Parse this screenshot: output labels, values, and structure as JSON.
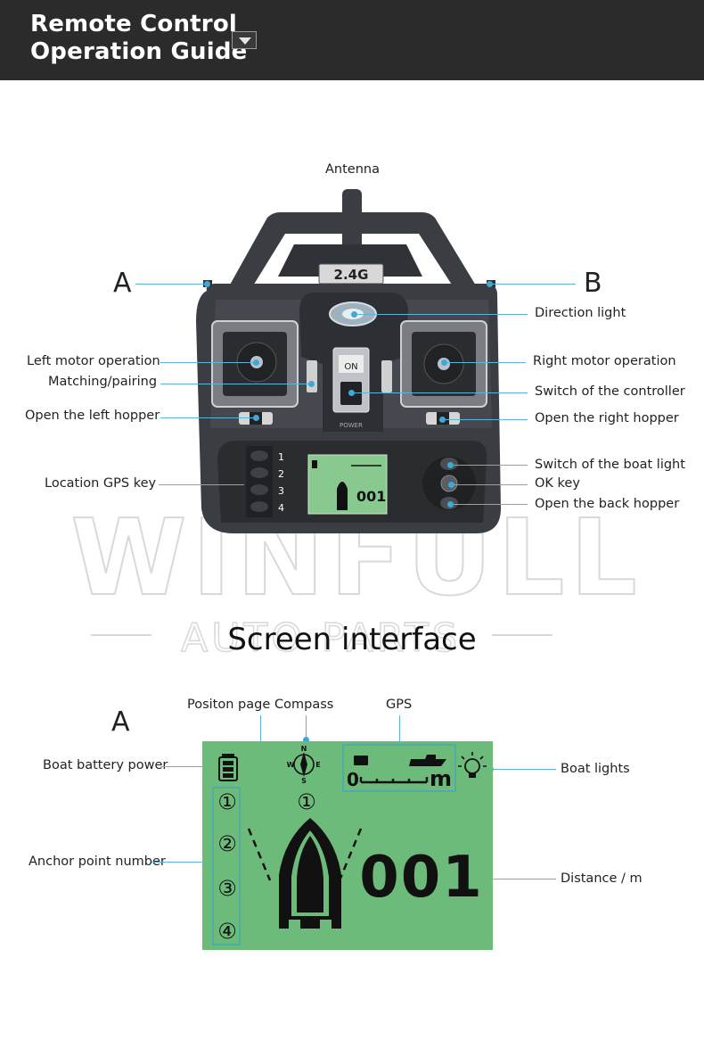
{
  "header": {
    "title_line1": "Remote Control",
    "title_line2": "Operation Guide",
    "dropdown_icon": "chevron-down-icon"
  },
  "remote": {
    "antenna": "Antenna",
    "side_a": "A",
    "side_b": "B",
    "direction_light": "Direction light",
    "left_motor": "Left motor operation",
    "matching_pairing": "Matching/pairing",
    "open_left_hopper": "Open the left hopper",
    "location_gps_key": "Location GPS key",
    "right_motor": "Right motor operation",
    "switch_controller": "Switch of the controller",
    "open_right_hopper": "Open the right hopper",
    "switch_boat_light": "Switch of the boat light",
    "ok_key": "OK key",
    "open_back_hopper": "Open the back hopper",
    "badge": "2.4G",
    "power_on": "ON",
    "power_label": "POWER",
    "keys": [
      "1",
      "2",
      "3",
      "4"
    ],
    "mini_distance": "001"
  },
  "screen_section": {
    "title": "Screen interface",
    "side_a": "A",
    "position_page": "Positon page",
    "compass": "Compass",
    "gps": "GPS",
    "boat_battery": "Boat battery power",
    "boat_lights": "Boat lights",
    "anchor_point": "Anchor point number",
    "distance": "Distance / m",
    "lcd": {
      "page_number": "①",
      "anchors": [
        "①",
        "②",
        "③",
        "④"
      ],
      "distance_value": "001",
      "scale_start": "0",
      "scale_unit": "m",
      "compass_n": "N",
      "compass_s": "S",
      "compass_w": "W",
      "compass_e": "E"
    }
  },
  "watermark": {
    "brand": "WINFULL",
    "sub": "AUTO PARTS"
  },
  "colors": {
    "header_bg": "#2b2b2b",
    "leader_line": "#5db4d6",
    "lcd_green": "#6dbb7a",
    "remote_body": "#3a3d42"
  }
}
